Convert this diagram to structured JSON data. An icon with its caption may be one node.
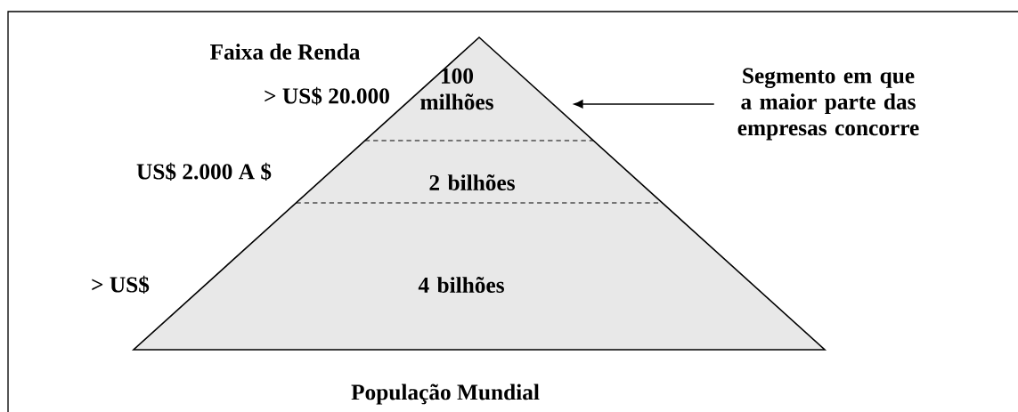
{
  "diagram": {
    "nodes": [
      {
        "text": [
          "100 milhões"
        ]
      },
      {
        "text": [
          "2 bilhões"
        ]
      },
      {
        "text": [
          "4 bilhões"
        ]
      },
      {
        "text": [
          "Segmento em que a maior parte das empresas concorre"
        ]
      }
    ],
    "edges": [
      {
        "from": 3,
        "to": 0,
        "arrow": "to"
      }
    ],
    "labels": [
      "Faixa de Renda",
      "> US$ 20.000",
      "US$ 2.000 A $",
      "> US$",
      "População Mundial"
    ]
  }
}
